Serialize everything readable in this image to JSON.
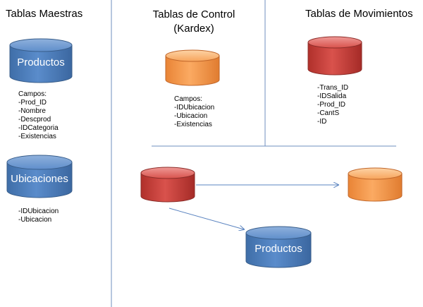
{
  "sections": {
    "maestras_title": "Tablas Maestras",
    "control_title_line1": "Tablas de Control",
    "control_title_line2": "(Kardex)",
    "movimientos_title": "Tablas de Movimientos"
  },
  "productos_table": {
    "label": "Productos",
    "fields_heading": "Campos:",
    "fields": [
      "-Prod_ID",
      "-Nombre",
      "-Descprod",
      "-IDCategoria",
      "-Existencias"
    ]
  },
  "ubicaciones_table": {
    "label": "Ubicaciones",
    "fields": [
      "-IDUbicacion",
      "-Ubicacion"
    ]
  },
  "kardex_table": {
    "fields_heading": "Campos:",
    "fields": [
      "-IDUbicacion",
      "-Ubicacion",
      "-Existencias"
    ]
  },
  "movimientos_table": {
    "fields": [
      "-Trans_ID",
      "-IDSalida",
      "-Prod_ID",
      "-CantS",
      "-ID"
    ]
  },
  "flow": {
    "target_label": "Productos"
  },
  "colors": {
    "blue": "#4f81bd",
    "orange": "#f79646",
    "red": "#c0504d",
    "divider": "#6f8fbf",
    "arrow": "#5b84c0"
  }
}
